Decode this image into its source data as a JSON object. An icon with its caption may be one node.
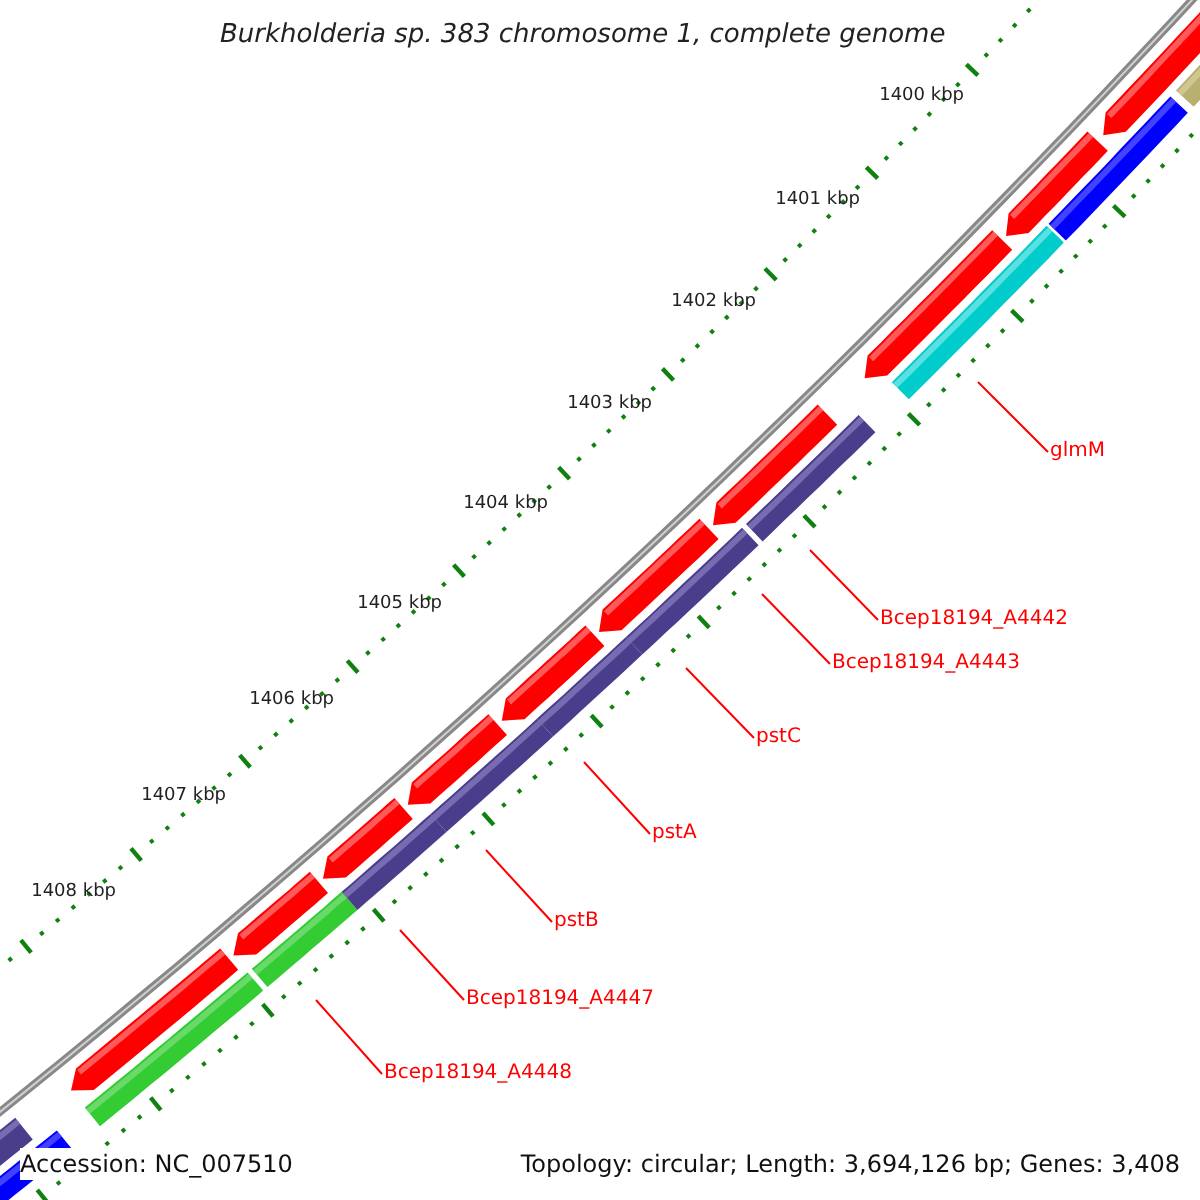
{
  "diagram": {
    "title": "Burkholderia sp. 383 chromosome 1, complete genome",
    "nodes": [
      {
        "text": [
          "glmM"
        ]
      },
      {
        "text": [
          "Bcep18194_A4442"
        ]
      },
      {
        "text": [
          "Bcep18194_A4443"
        ]
      },
      {
        "text": [
          "pstC"
        ]
      },
      {
        "text": [
          "pstA"
        ]
      },
      {
        "text": [
          "pstB"
        ]
      },
      {
        "text": [
          "Bcep18194_A4447"
        ]
      },
      {
        "text": [
          "Bcep18194_A4448"
        ]
      }
    ],
    "edges": [
      {
        "from": 0,
        "to": null,
        "arrow": "none"
      },
      {
        "from": 1,
        "to": null,
        "arrow": "none"
      },
      {
        "from": 2,
        "to": null,
        "arrow": "none"
      },
      {
        "from": 3,
        "to": null,
        "arrow": "none"
      },
      {
        "from": 4,
        "to": null,
        "arrow": "none"
      },
      {
        "from": 5,
        "to": null,
        "arrow": "none"
      },
      {
        "from": 6,
        "to": null,
        "arrow": "none"
      },
      {
        "from": 7,
        "to": null,
        "arrow": "none"
      }
    ],
    "labels": [
      "1400 kbp",
      "1401 kbp",
      "1402 kbp",
      "1403 kbp",
      "1404 kbp",
      "1405 kbp",
      "1406 kbp",
      "1407 kbp",
      "1408 kbp",
      "Accession: NC_007510",
      "Topology: circular; Length: 3,694,126 bp; Genes: 3,408"
    ]
  }
}
